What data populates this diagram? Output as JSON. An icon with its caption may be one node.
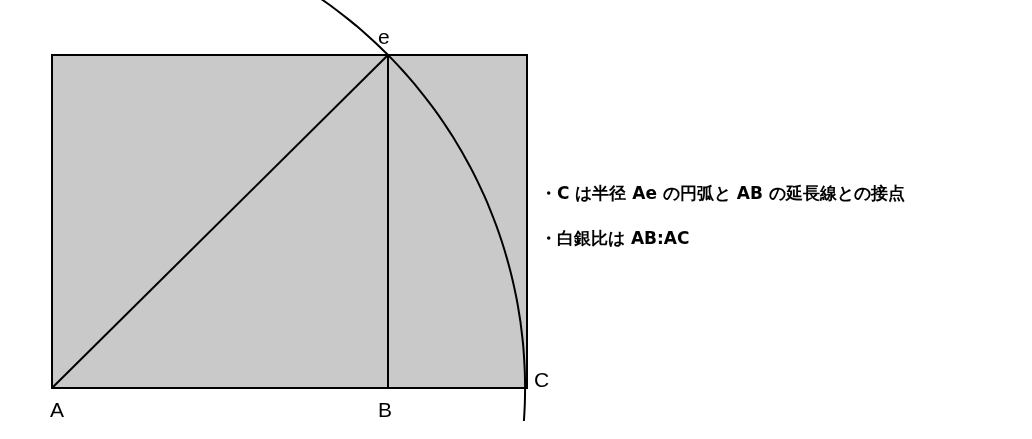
{
  "diagram": {
    "labels": [
      "e",
      "・C は半径 Ae の円弧と AB の延長線との接点",
      "・白銀比は AB:AC",
      "C",
      "A",
      "B"
    ]
  }
}
